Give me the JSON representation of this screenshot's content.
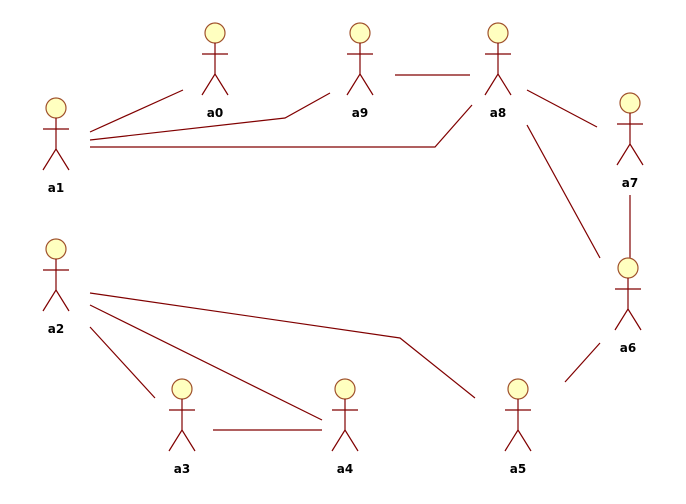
{
  "colors": {
    "line": "#800000",
    "head_fill": "#ffffc0",
    "head_stroke": "#a0522d"
  },
  "actors": [
    {
      "id": "a0",
      "label": "a0"
    },
    {
      "id": "a9",
      "label": "a9"
    },
    {
      "id": "a8",
      "label": "a8"
    },
    {
      "id": "a1",
      "label": "a1"
    },
    {
      "id": "a7",
      "label": "a7"
    },
    {
      "id": "a2",
      "label": "a2"
    },
    {
      "id": "a6",
      "label": "a6"
    },
    {
      "id": "a3",
      "label": "a3"
    },
    {
      "id": "a4",
      "label": "a4"
    },
    {
      "id": "a5",
      "label": "a5"
    }
  ],
  "associations": [
    {
      "from": "a1",
      "to": "a0"
    },
    {
      "from": "a1",
      "to": "a9"
    },
    {
      "from": "a1",
      "to": "a8"
    },
    {
      "from": "a9",
      "to": "a8"
    },
    {
      "from": "a8",
      "to": "a7"
    },
    {
      "from": "a8",
      "to": "a6"
    },
    {
      "from": "a7",
      "to": "a6"
    },
    {
      "from": "a6",
      "to": "a5"
    },
    {
      "from": "a2",
      "to": "a5"
    },
    {
      "from": "a2",
      "to": "a4"
    },
    {
      "from": "a2",
      "to": "a3"
    },
    {
      "from": "a3",
      "to": "a4"
    }
  ]
}
